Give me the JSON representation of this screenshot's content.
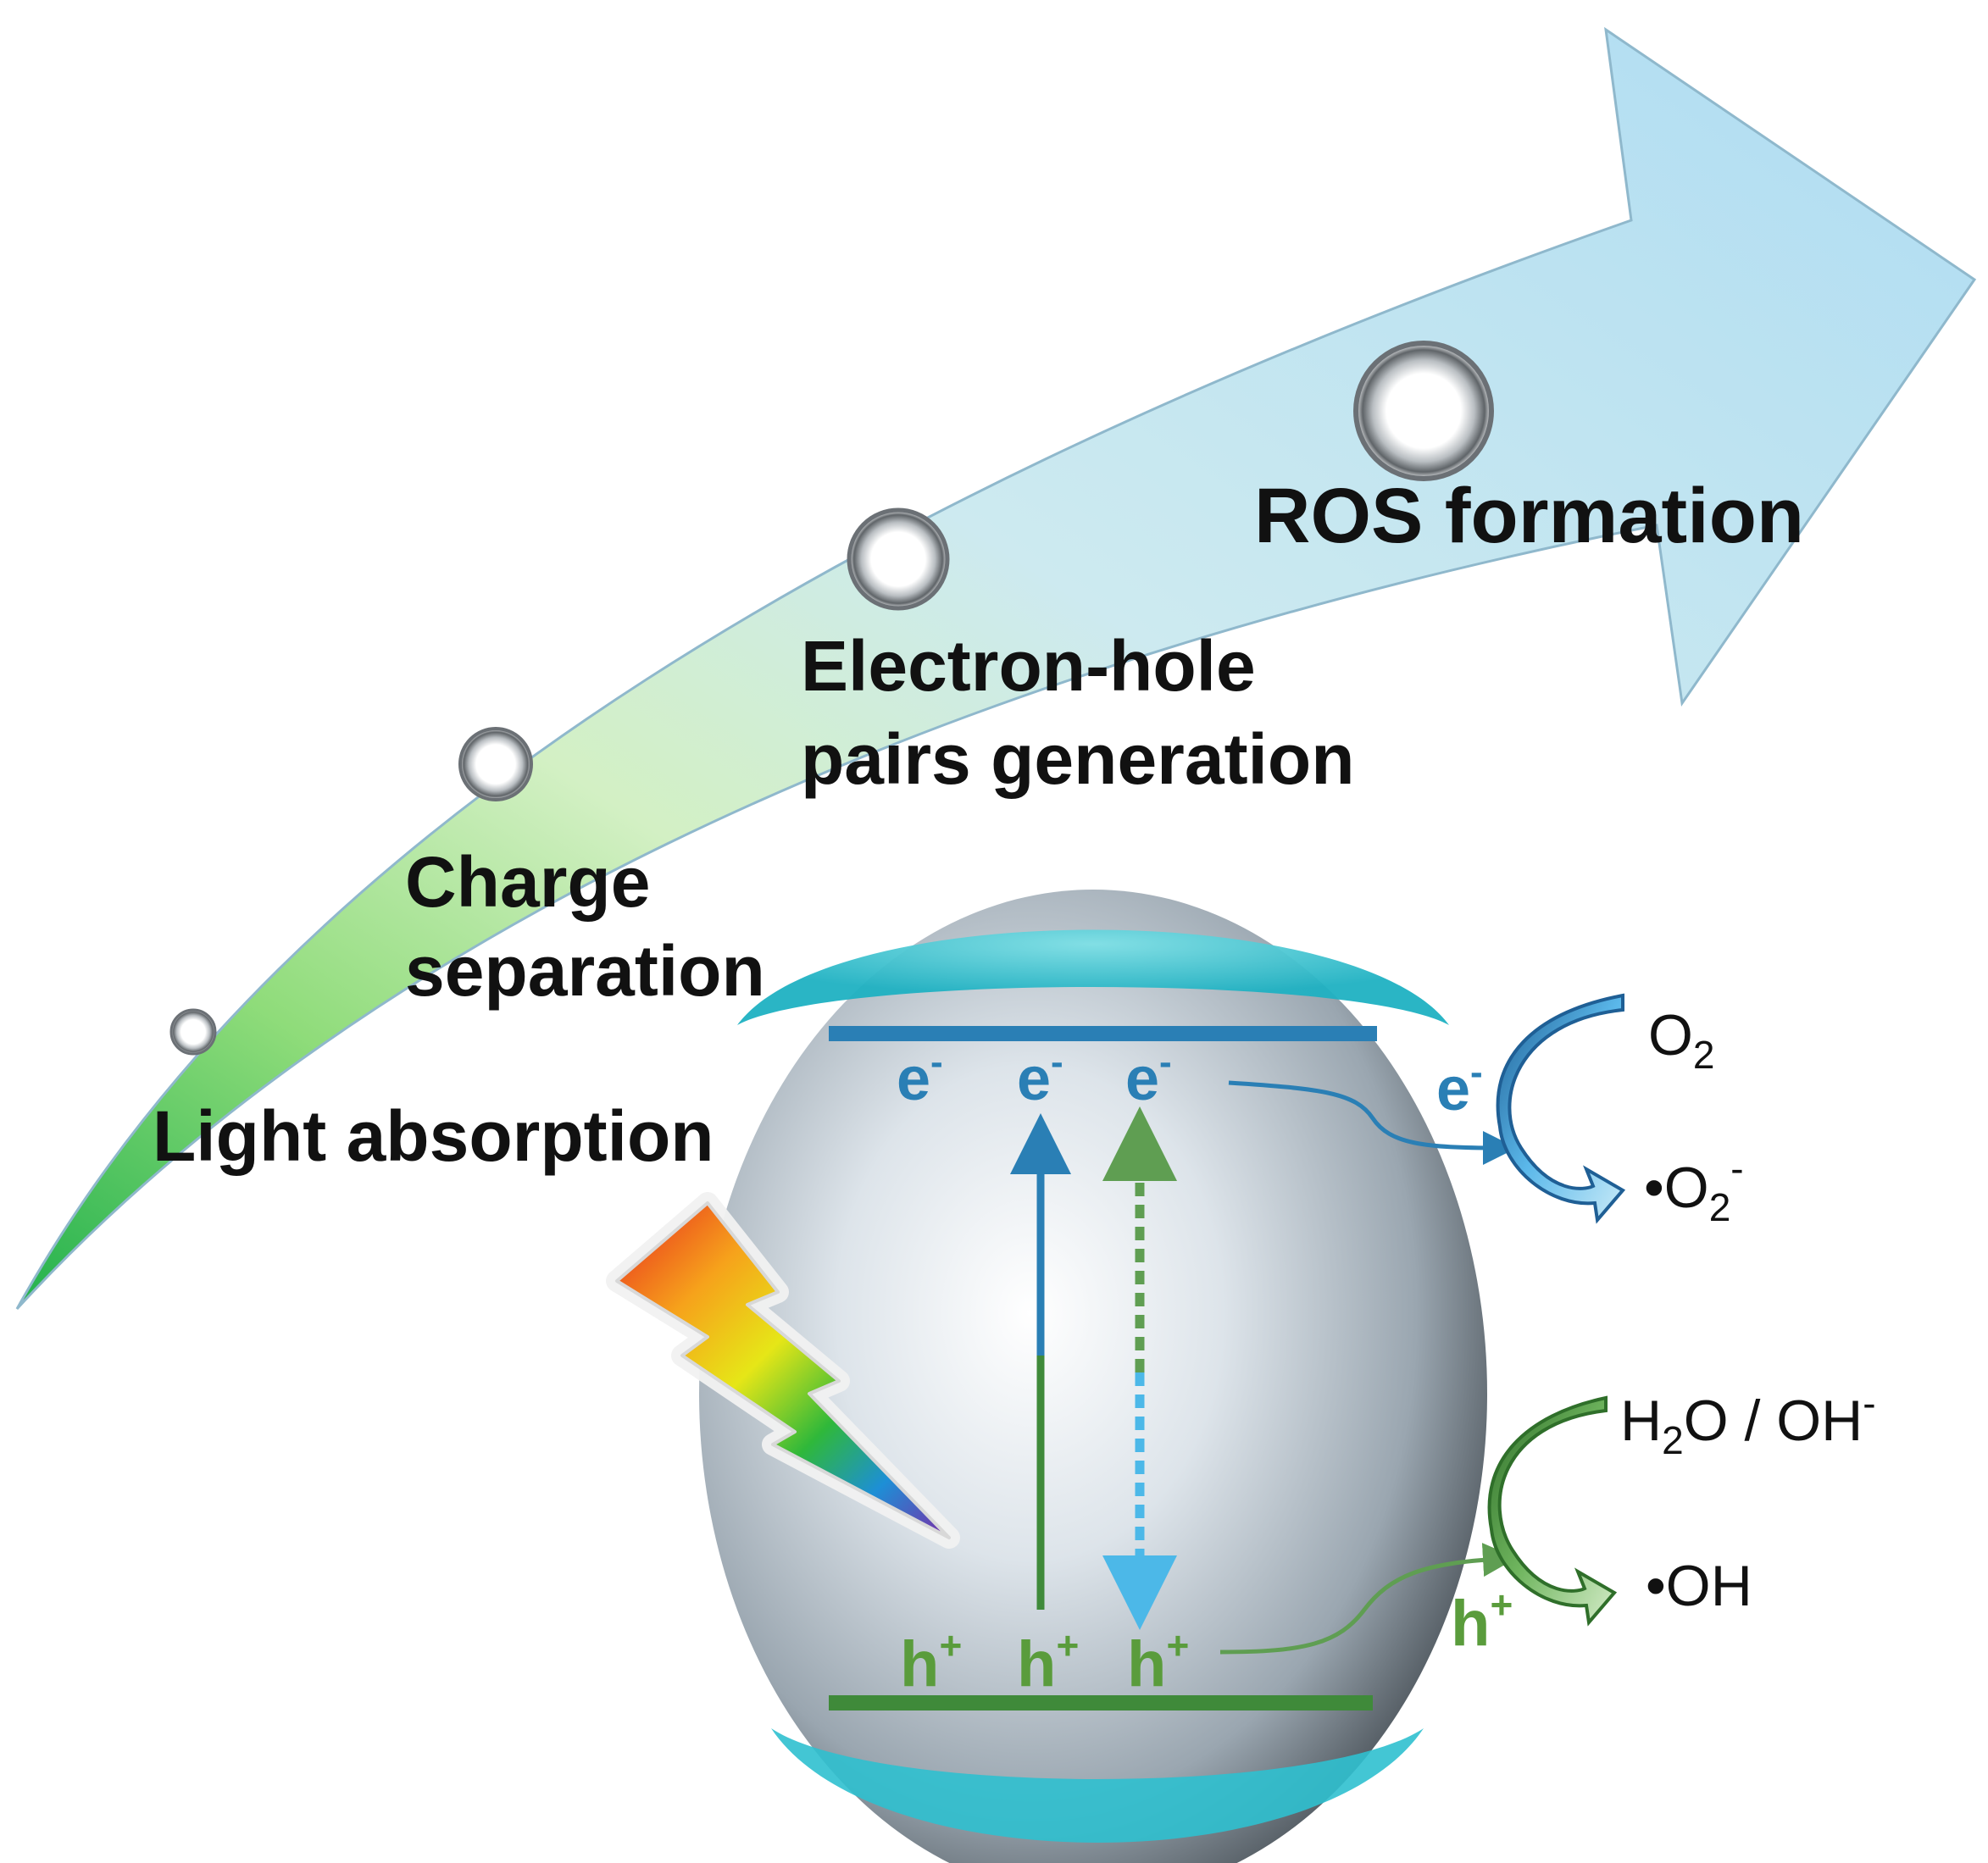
{
  "steps": {
    "light_absorption": "Light absorption",
    "charge_line1": "Charge",
    "charge_line2": "separation",
    "pairs_line1": "Electron-hole",
    "pairs_line2": "pairs generation",
    "ros": "ROS formation"
  },
  "carriers": {
    "electron_base": "e",
    "electron_sup": "-",
    "hole_base": "h",
    "hole_sup": "+"
  },
  "species": {
    "o2_base": "O",
    "o2_sub": "2",
    "superoxide_dot": "•O",
    "superoxide_sub": "2",
    "superoxide_sup": "-",
    "h2o_h": "H",
    "h2o_sub": "2",
    "h2o_rest": "O / OH",
    "h2o_sup": "-",
    "hydroxyl": "•OH"
  },
  "colors": {
    "conduction_band": "#2a7fb5",
    "valence_band": "#3f8a3a",
    "electron_text": "#2a7fb5",
    "hole_text": "#5a9c3c",
    "arrow_dashed_green": "#5f9e52",
    "arrow_dashed_blue": "#4cb8e8"
  }
}
